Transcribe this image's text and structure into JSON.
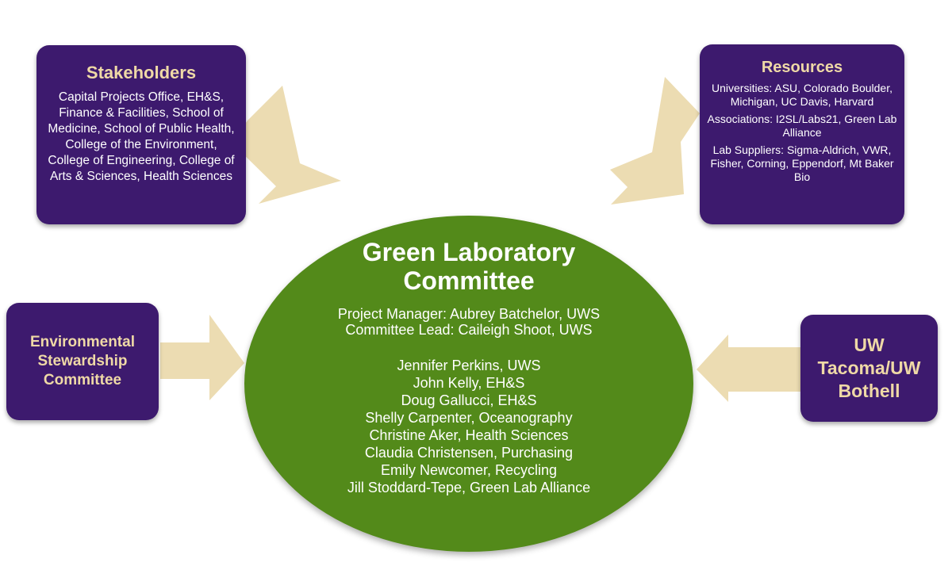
{
  "colors": {
    "box_fill": "#3d1a6e",
    "box_title": "#efd9a6",
    "circle_fill": "#538a1a",
    "arrow_fill": "#ecdcb2"
  },
  "center": {
    "title_lines": [
      "Green Laboratory",
      "Committee"
    ],
    "leads": [
      "Project Manager: Aubrey Batchelor, UWS",
      "Committee Lead: Caileigh Shoot, UWS"
    ],
    "members": [
      "Jennifer Perkins, UWS",
      "John Kelly, EH&S",
      "Doug Gallucci, EH&S",
      "Shelly Carpenter, Oceanography",
      "Christine Aker, Health Sciences",
      "Claudia Christensen, Purchasing",
      "Emily Newcomer, Recycling",
      "Jill Stoddard-Tepe, Green Lab Alliance"
    ]
  },
  "stakeholders": {
    "title": "Stakeholders",
    "body": "Capital Projects Office, EH&S, Finance & Facilities, School of Medicine, School of Public Health, College of the Environment, College of Engineering, College of Arts & Sciences, Health Sciences"
  },
  "resources": {
    "title": "Resources",
    "universities": "Universities: ASU, Colorado Boulder, Michigan, UC Davis, Harvard",
    "associations": "Associations: I2SL/Labs21, Green Lab Alliance",
    "suppliers": "Lab Suppliers: Sigma-Aldrich, VWR, Fisher, Corning, Eppendorf, Mt Baker Bio"
  },
  "environmental": {
    "title_lines": [
      "Environmental",
      "Stewardship",
      "Committee"
    ]
  },
  "uw": {
    "title_lines": [
      "UW",
      "Tacoma/UW",
      "Bothell"
    ]
  }
}
